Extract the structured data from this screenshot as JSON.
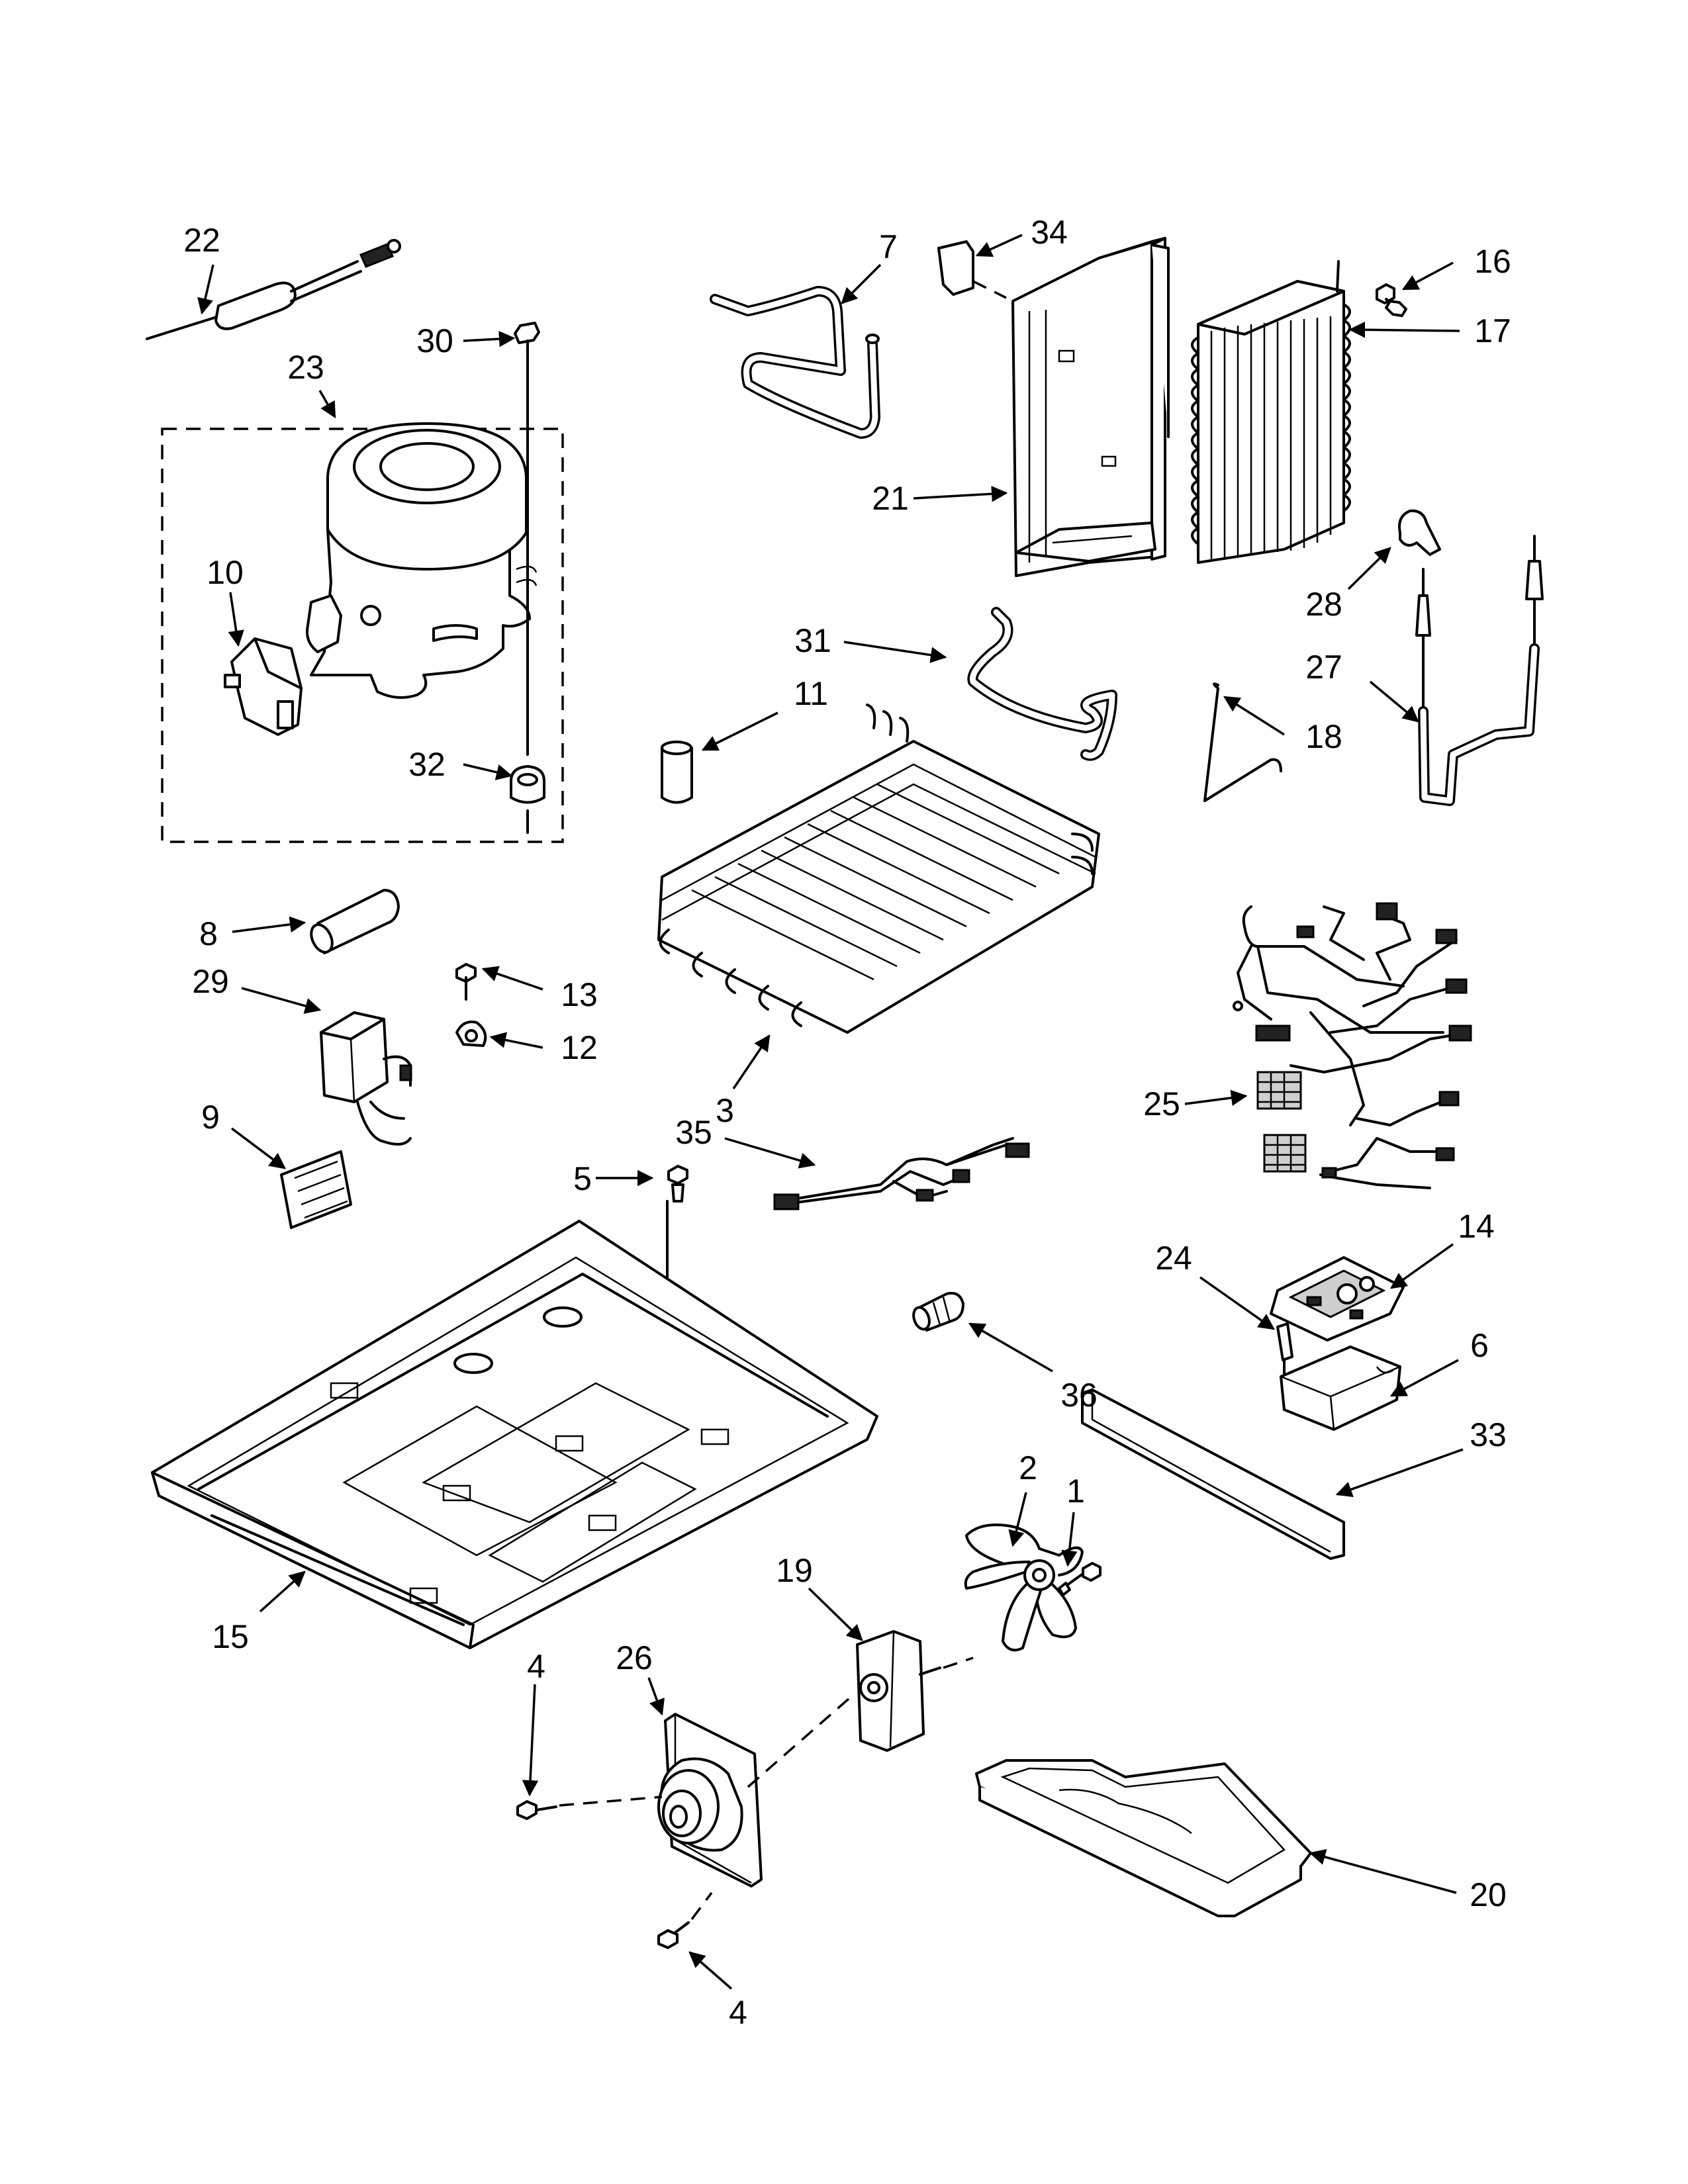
{
  "callouts": [
    {
      "id": "22",
      "label": "22"
    },
    {
      "id": "23",
      "label": "23"
    },
    {
      "id": "30",
      "label": "30"
    },
    {
      "id": "10",
      "label": "10"
    },
    {
      "id": "32",
      "label": "32"
    },
    {
      "id": "7",
      "label": "7"
    },
    {
      "id": "34",
      "label": "34"
    },
    {
      "id": "21",
      "label": "21"
    },
    {
      "id": "16",
      "label": "16"
    },
    {
      "id": "17",
      "label": "17"
    },
    {
      "id": "28",
      "label": "28"
    },
    {
      "id": "27",
      "label": "27"
    },
    {
      "id": "18",
      "label": "18"
    },
    {
      "id": "31",
      "label": "31"
    },
    {
      "id": "11",
      "label": "11"
    },
    {
      "id": "3",
      "label": "3"
    },
    {
      "id": "8",
      "label": "8"
    },
    {
      "id": "29",
      "label": "29"
    },
    {
      "id": "13",
      "label": "13"
    },
    {
      "id": "12",
      "label": "12"
    },
    {
      "id": "9",
      "label": "9"
    },
    {
      "id": "35",
      "label": "35"
    },
    {
      "id": "25",
      "label": "25"
    },
    {
      "id": "5",
      "label": "5"
    },
    {
      "id": "14",
      "label": "14"
    },
    {
      "id": "24",
      "label": "24"
    },
    {
      "id": "6",
      "label": "6"
    },
    {
      "id": "36",
      "label": "36"
    },
    {
      "id": "33",
      "label": "33"
    },
    {
      "id": "2",
      "label": "2"
    },
    {
      "id": "1",
      "label": "1"
    },
    {
      "id": "19",
      "label": "19"
    },
    {
      "id": "15",
      "label": "15"
    },
    {
      "id": "4a",
      "label": "4"
    },
    {
      "id": "26",
      "label": "26"
    },
    {
      "id": "20",
      "label": "20"
    },
    {
      "id": "4b",
      "label": "4"
    }
  ]
}
